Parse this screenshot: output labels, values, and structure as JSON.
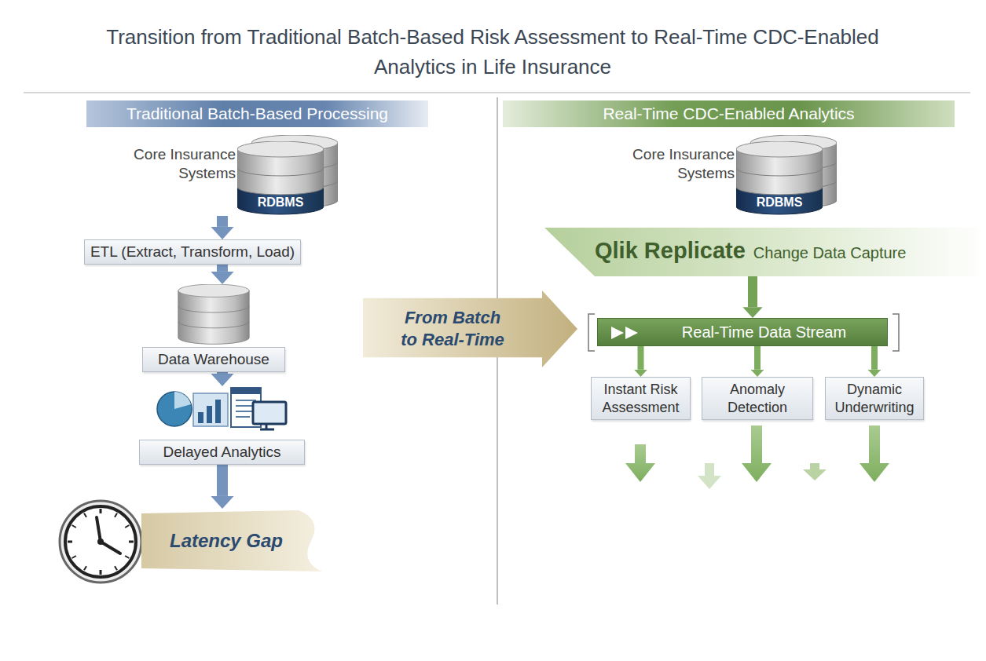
{
  "diagram": {
    "title": "Transition from Traditional Batch-Based Risk Assessment to Real-Time CDC-Enabled Analytics in Life Insurance",
    "nodes": [
      {
        "text": [
          "Traditional Batch-Based Processing"
        ]
      },
      {
        "text": [
          "Core Insurance Systems",
          "RDBMS"
        ]
      },
      {
        "text": [
          "ETL (Extract, Transform, Load)"
        ]
      },
      {
        "text": [
          "Data Warehouse"
        ]
      },
      {
        "text": [
          "Delayed Analytics"
        ]
      },
      {
        "text": [
          "Latency Gap"
        ]
      },
      {
        "text": [
          "From Batch to Real-Time"
        ]
      },
      {
        "text": [
          "Real-Time CDC-Enabled Analytics"
        ]
      },
      {
        "text": [
          "Core Insurance Systems",
          "RDBMS"
        ]
      },
      {
        "text": [
          "Qlik Replicate",
          "Change Data Capture"
        ]
      },
      {
        "text": [
          "Real-Time Data Stream"
        ]
      },
      {
        "text": [
          "Instant Risk Assessment"
        ]
      },
      {
        "text": [
          "Anomaly Detection"
        ]
      },
      {
        "text": [
          "Dynamic Underwriting"
        ]
      }
    ],
    "edges": [
      {
        "from": 1,
        "to": 2,
        "arrow": "to"
      },
      {
        "from": 2,
        "to": 3,
        "arrow": "to"
      },
      {
        "from": 3,
        "to": 4,
        "arrow": "to"
      },
      {
        "from": 4,
        "to": 5,
        "arrow": "to"
      },
      {
        "from": 9,
        "to": 10,
        "arrow": "to"
      },
      {
        "from": 10,
        "to": 11,
        "arrow": "to"
      },
      {
        "from": 10,
        "to": 12,
        "arrow": "to"
      },
      {
        "from": 10,
        "to": 13,
        "arrow": "to"
      }
    ]
  }
}
